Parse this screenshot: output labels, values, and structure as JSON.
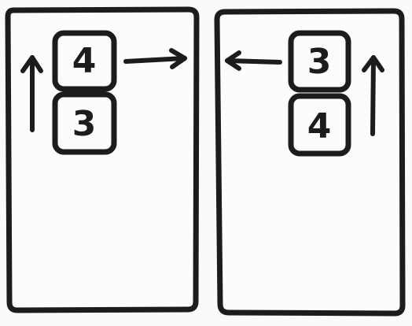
{
  "panels": {
    "left": {
      "top_box": "4",
      "bottom_box": "3",
      "vertical_arrow": "up",
      "horizontal_arrow": "right"
    },
    "right": {
      "top_box": "3",
      "bottom_box": "4",
      "vertical_arrow": "up",
      "horizontal_arrow": "left"
    }
  },
  "colors": {
    "stroke": "#1c1c1c",
    "background": "#f9fafb",
    "panel_fill": "#fcfcfd"
  }
}
